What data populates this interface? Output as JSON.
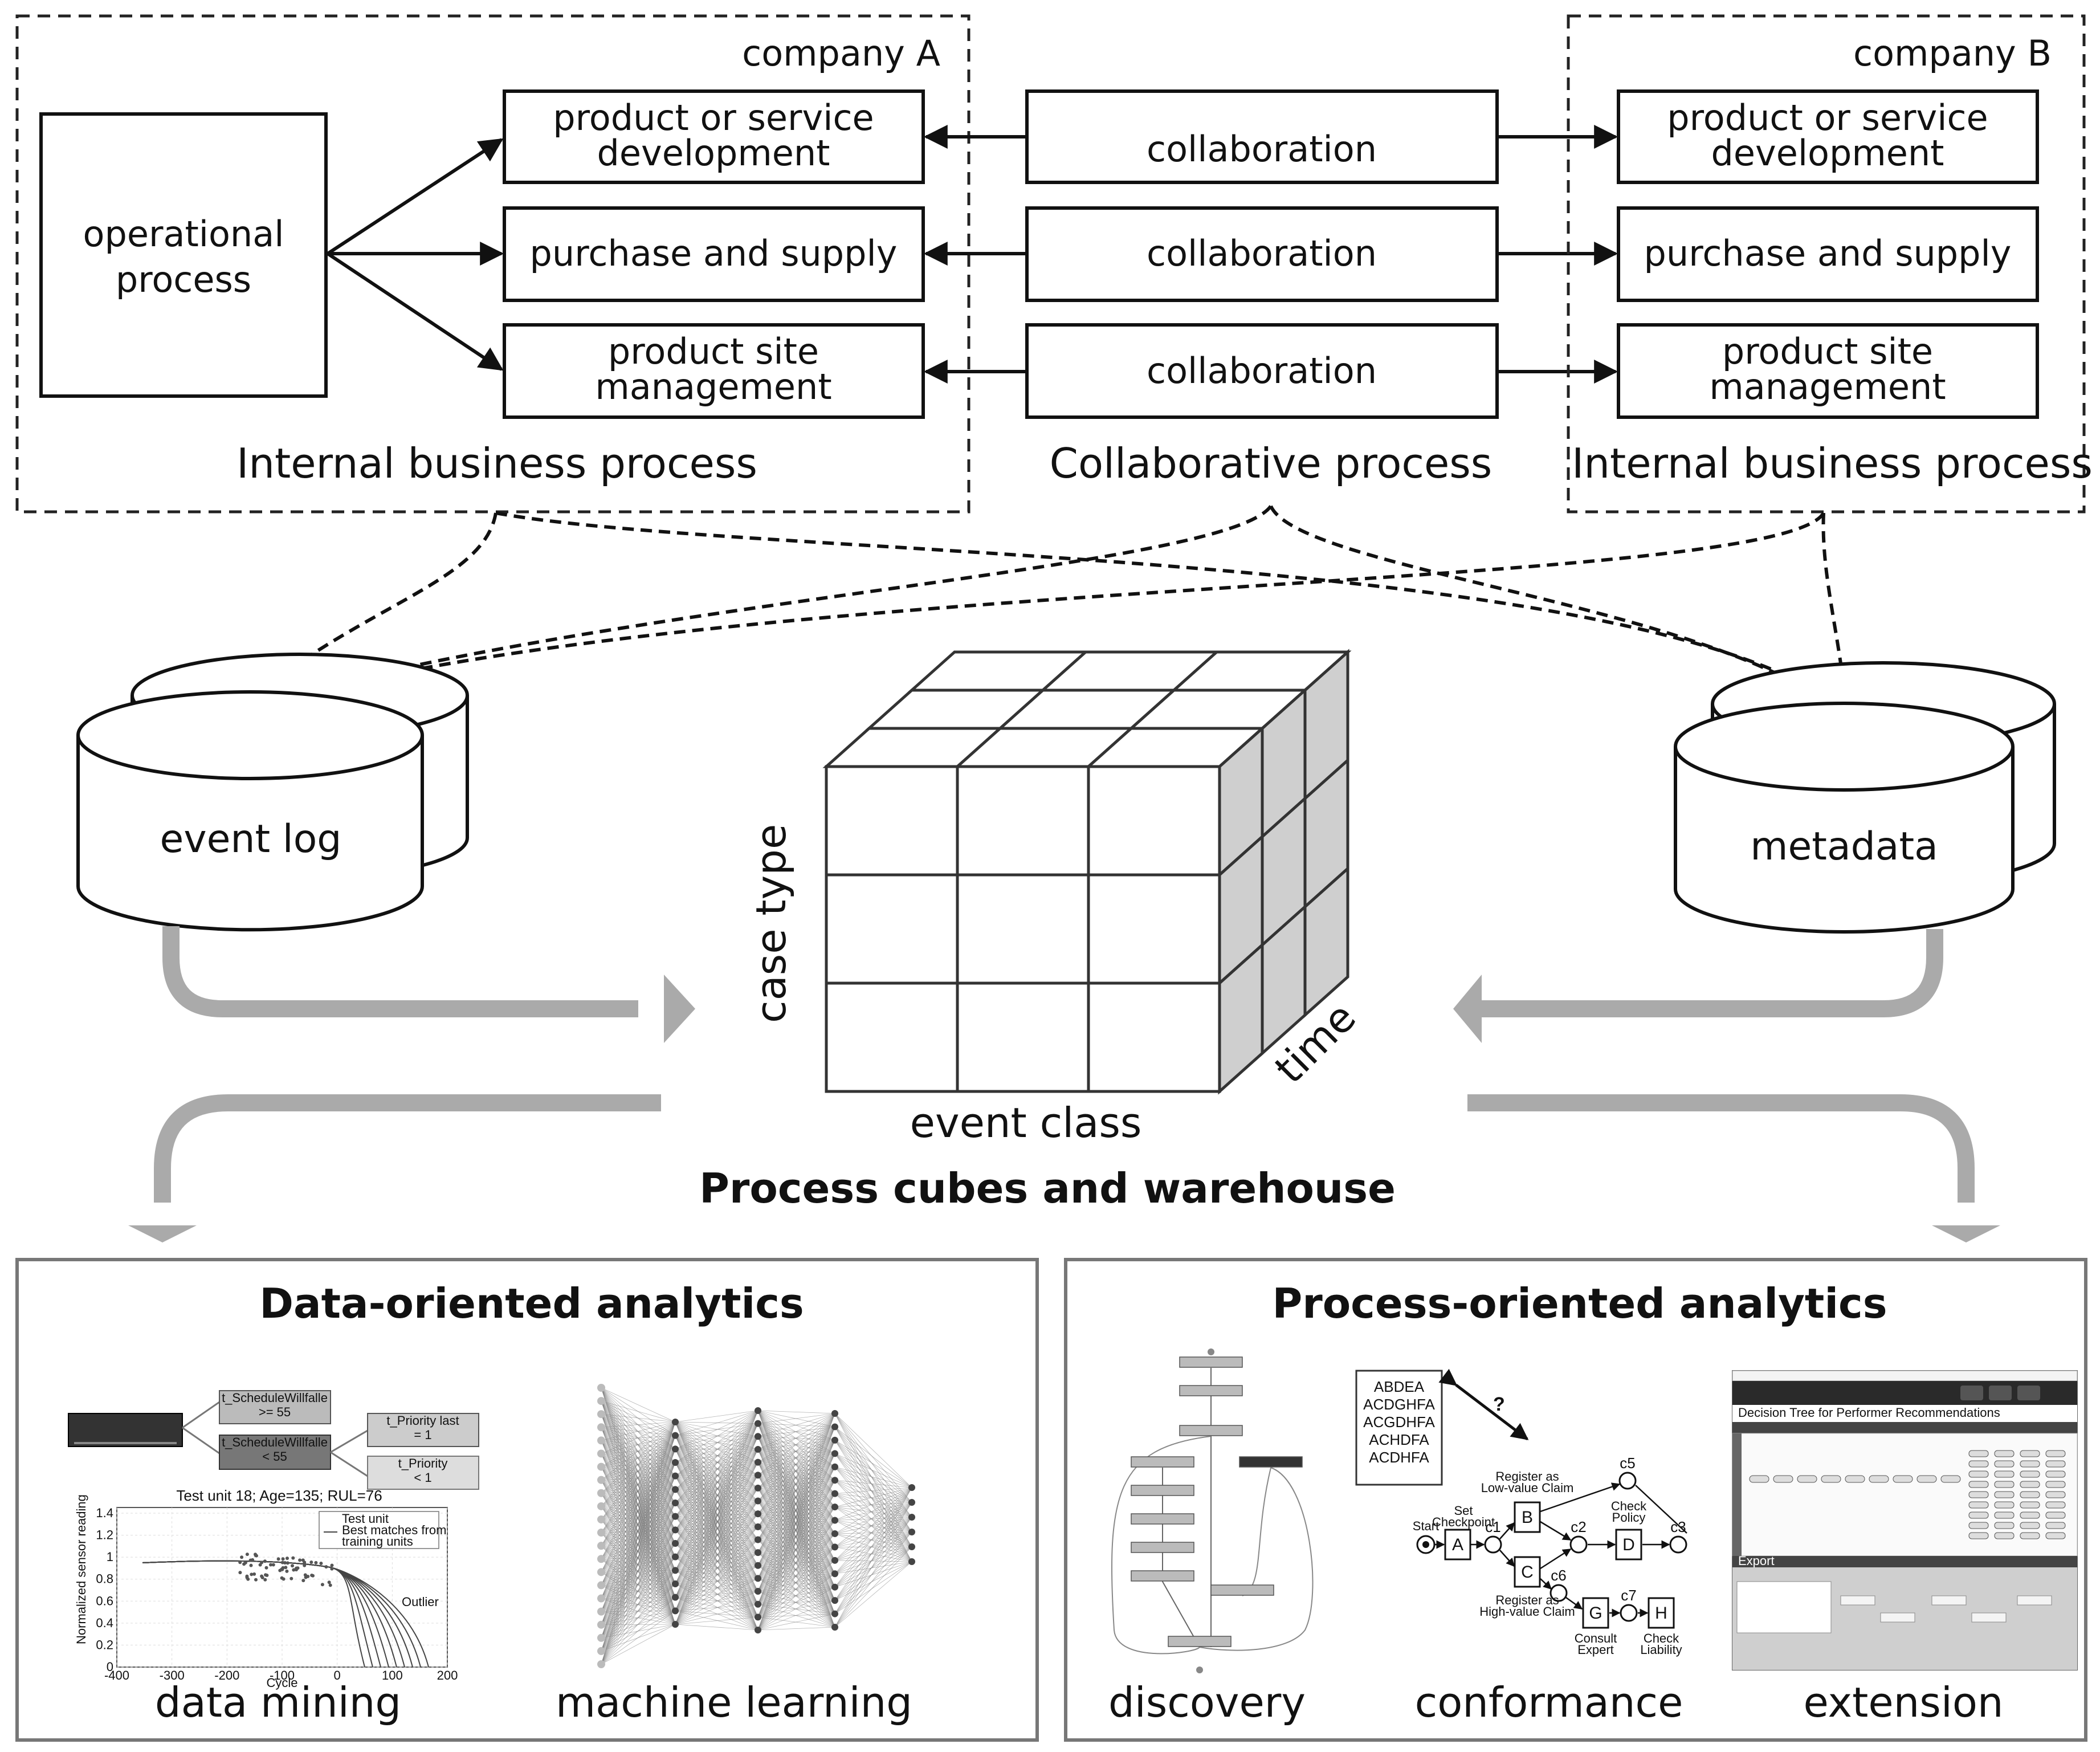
{
  "company_a": {
    "title": "company A",
    "operational_process": [
      "operational",
      "process"
    ],
    "boxes": [
      [
        "product or service",
        "development"
      ],
      [
        "purchase and supply"
      ],
      [
        "product site",
        "management"
      ]
    ],
    "footer": "Internal business process"
  },
  "collaborative": {
    "boxes": [
      "collaboration",
      "collaboration",
      "collaboration"
    ],
    "footer": "Collaborative process"
  },
  "company_b": {
    "title": "company B",
    "boxes": [
      [
        "product or service",
        "development"
      ],
      [
        "purchase and supply"
      ],
      [
        "product site",
        "management"
      ]
    ],
    "footer": "Internal business process"
  },
  "stores": {
    "event_log": "event log",
    "metadata": "metadata"
  },
  "cube": {
    "y_axis": "case type",
    "x_axis": "event class",
    "z_axis": "time",
    "caption": "Process cubes and warehouse"
  },
  "data_analytics": {
    "title": "Data-oriented analytics",
    "items": [
      "data mining",
      "machine learning"
    ],
    "tree_nodes": [
      "t_ScheduleWillfalle",
      ">= 55",
      "t_ScheduleWillfalle",
      "< 55",
      "t_Priority last",
      "= 1",
      "t_Priority",
      "< 1"
    ],
    "plot": {
      "title": "Test unit 18; Age=135; RUL=76",
      "ylabel": "Normalized sensor reading",
      "xlabel": "Cycle",
      "legend": [
        "Test unit",
        "Best matches from",
        "training units"
      ],
      "annotation": "Outlier",
      "xticks": [
        "-400",
        "-300",
        "-200",
        "-100",
        "0",
        "100",
        "200"
      ],
      "yticks": [
        "1.4",
        "1.2",
        "1",
        "0.8",
        "0.6",
        "0.4",
        "0.2",
        "0"
      ]
    }
  },
  "process_analytics": {
    "title": "Process-oriented analytics",
    "items": [
      "discovery",
      "conformance",
      "extension"
    ],
    "traces": [
      "ABDEA",
      "ACDGHFA",
      "ACGDHFA",
      "ACHDFA",
      "ACDHFA"
    ],
    "question": "?",
    "petri": {
      "start": "Start",
      "places": [
        "c1",
        "c2",
        "c3",
        "c5",
        "c6",
        "c7"
      ],
      "transitions": [
        "A",
        "B",
        "C",
        "D",
        "G",
        "H"
      ],
      "labels": {
        "set_checkpoint": [
          "Set",
          "Checkpoint"
        ],
        "register_low": [
          "Register as",
          "Low-value Claim"
        ],
        "register_high": [
          "Register as",
          "High-value Claim"
        ],
        "check_policy": [
          "Check",
          "Policy"
        ],
        "consult_expert": [
          "Consult",
          "Expert"
        ],
        "check_liability": [
          "Check",
          "Liability"
        ]
      }
    },
    "extension_window": {
      "title": "Decision Tree for Performer Recommendations",
      "tab": "Export"
    }
  }
}
